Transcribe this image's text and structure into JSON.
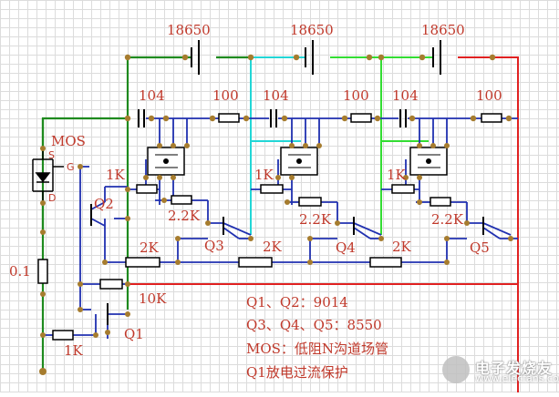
{
  "components": {
    "batteries": [
      "18650",
      "18650",
      "18650"
    ],
    "capacitors": [
      "104",
      "104",
      "104"
    ],
    "filter_resistors": [
      "100",
      "100",
      "100"
    ],
    "sense_resistors": [
      "1K",
      "1K",
      "1K"
    ],
    "base_resistors": [
      "2.2K",
      "2.2K",
      "2.2K"
    ],
    "chain_resistors": [
      "2K",
      "2K",
      "2K"
    ],
    "shunt": "0.1",
    "pulldown": "10K",
    "q1_base": "1K",
    "transistors": [
      "Q2",
      "Q3",
      "Q4",
      "Q5",
      "Q1"
    ],
    "mos": {
      "label": "MOS",
      "pins": [
        "S",
        "G",
        "D"
      ]
    }
  },
  "notes": {
    "line1": "Q1、Q2：9014",
    "line2": "Q3、Q4、Q5：8550",
    "line3": "MOS：低阻N沟道场管",
    "line4": "Q1放电过流保护"
  },
  "watermark": {
    "title": "电子发烧友",
    "subtitle": "www.elecfans.com"
  },
  "colors": {
    "wire_green": "#1e8a1e",
    "wire_blue": "#2030b0",
    "wire_red": "#e02020",
    "wire_cyan": "#22d6d6",
    "wire_lime": "#33dd33",
    "node": "#a67c2e",
    "label": "#c0392b"
  }
}
